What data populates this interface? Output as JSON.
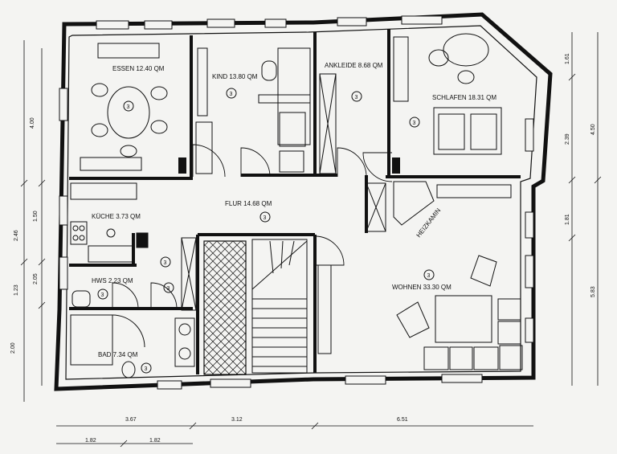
{
  "rooms": {
    "essen": "ESSEN 12.40 QM",
    "kind": "KIND 13.80 QM",
    "ankleide": "ANKLEIDE 8.68 QM",
    "schlafen": "SCHLAFEN 18.31 QM",
    "flur": "FLUR 14.68 QM",
    "kueche": "KÜCHE 3.73 QM",
    "hws": "HWS 2.23 QM",
    "bad": "BAD 7.34 QM",
    "wohnen": "WOHNEN 33.30 QM",
    "heizkamin": "HEIZKAMIN"
  },
  "marker": "3",
  "dimensions": {
    "left": [
      "4.00",
      "2.46",
      "1.50",
      "2.05",
      "1.23",
      "2.00"
    ],
    "right": [
      "1.61",
      "4.50",
      "2.39",
      "1.81",
      "5.83"
    ],
    "bottom": [
      "3.67",
      "3.12",
      "6.51",
      "1.82",
      "1.82"
    ]
  }
}
